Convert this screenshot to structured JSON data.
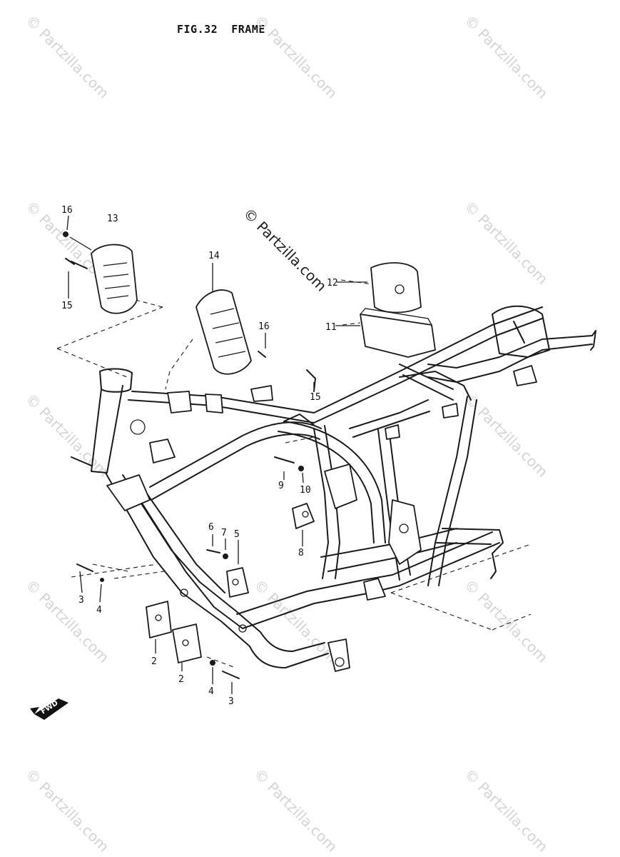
{
  "title": {
    "fig": "FIG.32",
    "name": "FRAME"
  },
  "watermark": {
    "text": "© Partzilla.com",
    "color": "#d4d4d4"
  },
  "direction_badge": "FWD",
  "callouts": [
    {
      "id": "c16a",
      "text": "16"
    },
    {
      "id": "c13",
      "text": "13"
    },
    {
      "id": "c15a",
      "text": "15"
    },
    {
      "id": "c14",
      "text": "14"
    },
    {
      "id": "c16b",
      "text": "16"
    },
    {
      "id": "c12",
      "text": "12"
    },
    {
      "id": "c11",
      "text": "11"
    },
    {
      "id": "c15b",
      "text": "15"
    },
    {
      "id": "c9",
      "text": "9"
    },
    {
      "id": "c10",
      "text": "10"
    },
    {
      "id": "c8",
      "text": "8"
    },
    {
      "id": "c6",
      "text": "6"
    },
    {
      "id": "c7",
      "text": "7"
    },
    {
      "id": "c5",
      "text": "5"
    },
    {
      "id": "c3a",
      "text": "3"
    },
    {
      "id": "c4a",
      "text": "4"
    },
    {
      "id": "c1",
      "text": "2"
    },
    {
      "id": "c2",
      "text": "2"
    },
    {
      "id": "c4b",
      "text": "4"
    },
    {
      "id": "c3b",
      "text": "3"
    }
  ]
}
